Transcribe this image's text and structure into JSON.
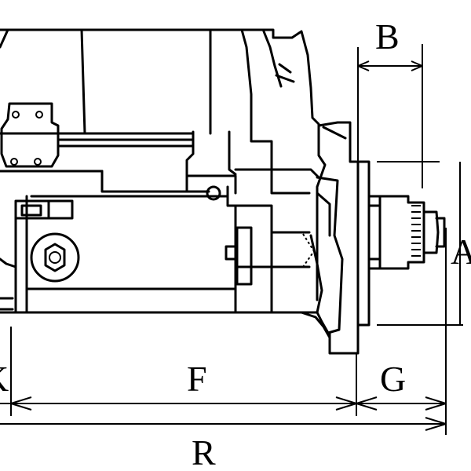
{
  "diagram": {
    "subject": "starter-motor-dimension-drawing",
    "labels": {
      "B": "B",
      "A": "A",
      "K": "K",
      "F": "F",
      "G": "G",
      "R": "R"
    },
    "colors": {
      "line": "#000000",
      "background": "#ffffff"
    }
  }
}
